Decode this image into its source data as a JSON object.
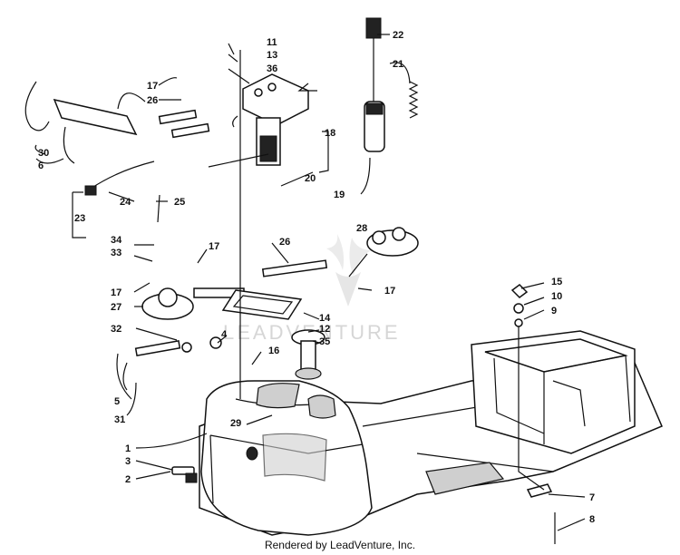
{
  "callouts": [
    "1",
    "2",
    "3",
    "4",
    "5",
    "6",
    "7",
    "8",
    "9",
    "10",
    "11",
    "12",
    "13",
    "14",
    "15",
    "16",
    "17",
    "17",
    "17",
    "17",
    "18",
    "19",
    "20",
    "21",
    "22",
    "23",
    "24",
    "25",
    "26",
    "26",
    "27",
    "28",
    "29",
    "30",
    "31",
    "32",
    "33",
    "34",
    "35",
    "36"
  ],
  "watermark": "LEADVENTURE",
  "footer": "Rendered by LeadVenture, Inc."
}
